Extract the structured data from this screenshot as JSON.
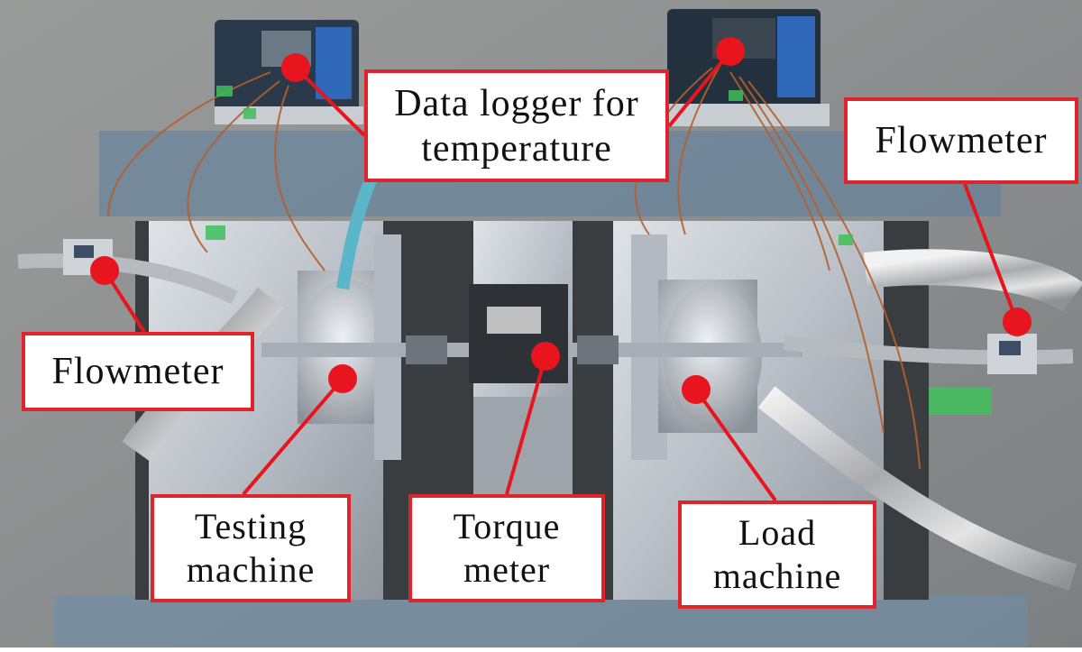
{
  "image": {
    "kind": "annotated photograph",
    "subject": "test rig"
  },
  "callouts": {
    "data_logger": {
      "line1": "Data logger for",
      "line2": "temperature"
    },
    "flowmeter_right": {
      "text": "Flowmeter"
    },
    "flowmeter_left": {
      "text": "Flowmeter"
    },
    "testing_machine": {
      "line1": "Testing",
      "line2": "machine"
    },
    "torque_meter": {
      "line1": "Torque",
      "line2": "meter"
    },
    "load_machine": {
      "line1": "Load",
      "line2": "machine"
    }
  },
  "colors": {
    "callout_border": "#e0242e",
    "marker_dot": "#e8141e",
    "floor": "#8b8e8f",
    "aluminum": "#c4c9cf",
    "copper_wire": "#b4602c"
  }
}
